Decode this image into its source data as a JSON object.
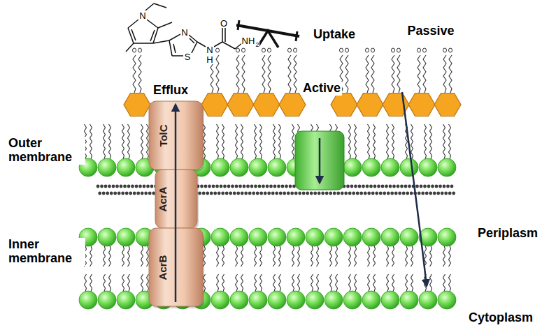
{
  "diagram": {
    "nodes": [
      {
        "text": [
          "TolC"
        ]
      },
      {
        "text": [
          "AcrA"
        ]
      },
      {
        "text": [
          "AcrB"
        ]
      }
    ],
    "labels": [
      "Uptake",
      "Efflux",
      "Active",
      "Passive",
      "Outer membrane",
      "Periplasm",
      "Inner membrane",
      "Cytoplasm",
      "N",
      "S",
      "N",
      "N",
      "H",
      "O",
      "NH",
      "2"
    ]
  }
}
